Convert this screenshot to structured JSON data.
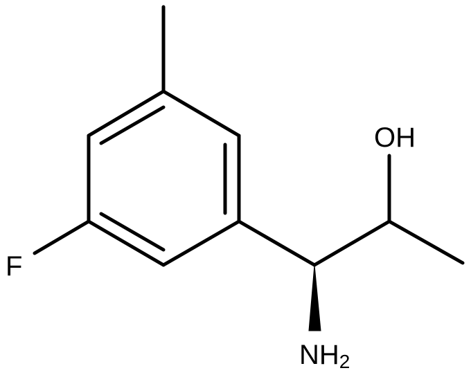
{
  "labels": {
    "fluorine": "F",
    "hydroxyl": "OH",
    "amine_main": "NH",
    "amine_sub": "2"
  }
}
